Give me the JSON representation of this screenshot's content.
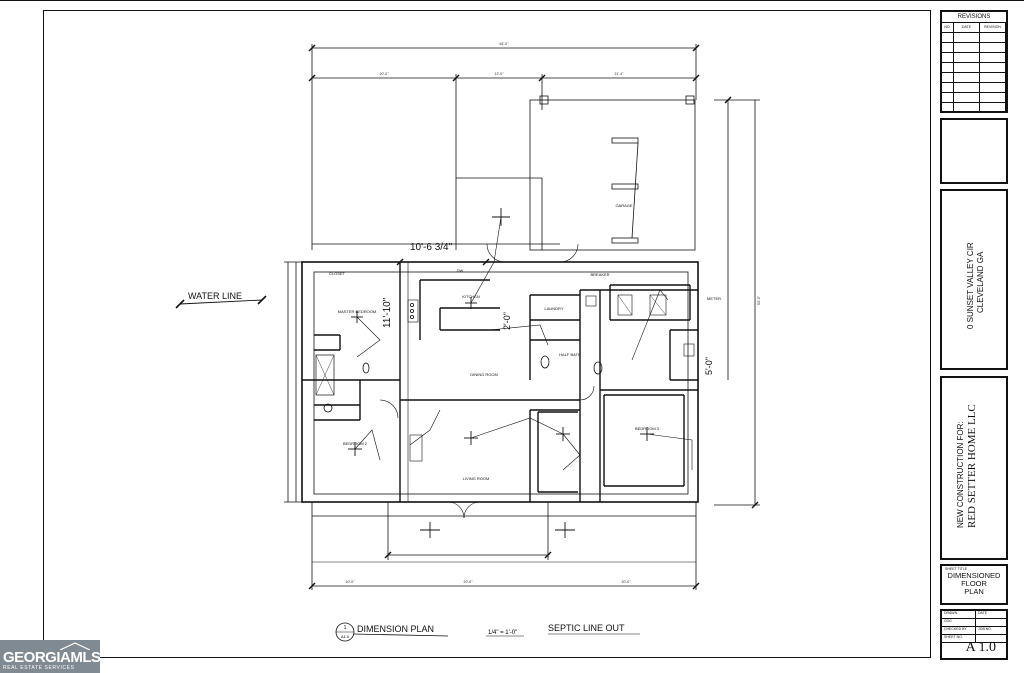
{
  "plan": {
    "water_line": "WATER LINE",
    "dimension_plan_title": "DIMENSION PLAN",
    "scale": "1/4\" = 1'-0\"",
    "detail_ref_num": "1",
    "detail_ref_sheet": "A1.0",
    "septic_line": "SEPTIC LINE OUT",
    "dim_overall": "64'-0\"",
    "dim_top_left": "20'-0\"",
    "dim_top_mid": "12'-0\"",
    "dim_top_right": "21'-4\"",
    "dim_10_6": "10'-6 3/4\"",
    "dim_11_10": "11'-10\"",
    "dim_2_0": "2'-0\"",
    "dim_5_0": "5'-0\"",
    "dim_right_total": "53'-0\"",
    "dim_bottom_1": "10'-0\"",
    "dim_bottom_2": "20'-0\"",
    "dim_bottom_3": "20'-0\"",
    "rooms": {
      "kitchen": "KITCHEN",
      "dining": "DINING ROOM",
      "living": "LIVING ROOM",
      "master": "MASTER BEDROOM",
      "bedroom2": "BEDROOM 2",
      "bedroom3": "BEDROOM 3",
      "half_bath": "HALF BATH",
      "garage": "GARAGE",
      "breaker": "BREAKER",
      "meter": "METER",
      "laundry": "LAUNDRY",
      "closet": "CLOSET",
      "dw": "DW"
    }
  },
  "revisions": {
    "title": "REVISIONS",
    "col_no": "NO.",
    "col_date": "DATE",
    "col_revision": "REVISION"
  },
  "address": {
    "line1": "0 SUNSET VALLEY CIR",
    "line2": "CLEVELAND GA"
  },
  "owner": {
    "line1": "NEW CONSTRUCTION FOR:",
    "line2": "RED SETTER HOME LLC"
  },
  "sheet_title": {
    "label": "SHEET TITLE",
    "line1": "DIMENSIONED",
    "line2": "FLOOR",
    "line3": "PLAN"
  },
  "sheet_info": {
    "drawn_label": "DRAWN",
    "drawn_value": "CDG",
    "checked_label": "CHECKED BY",
    "date_label": "DATE",
    "job_label": "JOB NO.",
    "sheet_no_label": "SHEET NO.",
    "sheet_no": "A 1.0"
  },
  "watermark": {
    "brand": "GEORGIAMLS",
    "sub": "REAL ESTATE SERVICES"
  }
}
